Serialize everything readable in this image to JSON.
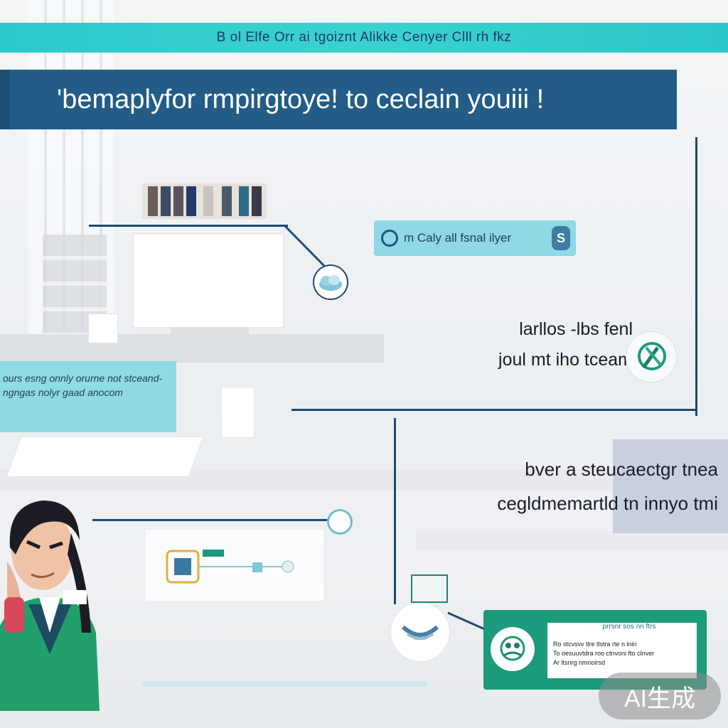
{
  "banner": {
    "text": "B ol Elfe Orr ai tgoiznt Alikke Cenyer Clll rh fkz"
  },
  "headline": {
    "text": "'bemaplyfor rmpirgtoye! to ceclain youiii !"
  },
  "pill_label": {
    "text": "m Caly all fsnal ilyer",
    "badge": "S"
  },
  "mid_text": {
    "line1": "larllos -lbs fenl",
    "line2": "joul  mt  iho tceam"
  },
  "left_note": {
    "text": "ours esng onnly orurne not stceand-ngngas nolyr gaad anocom"
  },
  "right_text": {
    "line1": "bver a steucaectgr tnea",
    "line2": "cegldmemartld  tn  innyo  tmi"
  },
  "panel": {
    "title": "prrsnr sos nn  ftrs",
    "lines": [
      "Ro stcvsvv tlre tlstra rte n lnin",
      "To oesuuvtdra roo ctnvoni fto clnver",
      "Ar ltsnrg nmnoirsd"
    ]
  },
  "watermark": {
    "text": "AI生成"
  },
  "colors": {
    "teal": "#2cc9c9",
    "navy": "#235c86",
    "cyan_note": "#8fdbe5",
    "green_panel": "#1b9a7c"
  }
}
